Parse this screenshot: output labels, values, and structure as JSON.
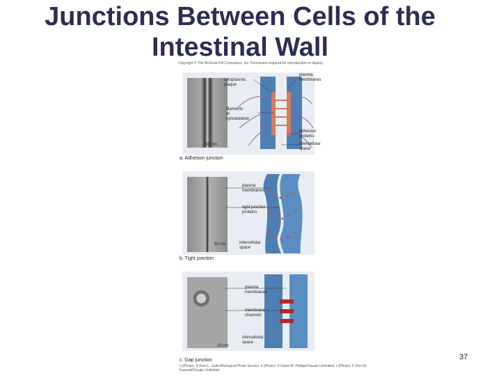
{
  "title": "Junctions Between Cells of the Intestinal Wall",
  "copyright": "Copyright © The McGraw-Hill Companies, Inc. Permission required for reproduction or display.",
  "panels": {
    "a": {
      "labels": {
        "cytoplasmic_plaque": "cytoplasmic\nplaque",
        "plasma_membranes": "plasma\nmembranes",
        "filaments": "filaments\nof\ncytoskeleton",
        "adhesion_proteins": "adhesion\nproteins",
        "intercellular_space": "intercellular\nspace"
      },
      "scale": "100 nm",
      "caption": "a. Adhesion junction"
    },
    "b": {
      "labels": {
        "plasma_membranes": "plasma\nmembranes",
        "tight_junction_proteins": "tight junction\nproteins",
        "intercellular_space": "intercellular\nspace"
      },
      "scale": "50 nm",
      "caption": "b. Tight junction"
    },
    "c": {
      "labels": {
        "plasma_membranes": "plasma\nmembranes",
        "membrane_channels": "membrane\nchannels",
        "intercellular_space": "intercellular\nspace"
      },
      "scale": "20 nm",
      "caption": "c. Gap junction"
    }
  },
  "credit": "a (Photo): © Kent L. Sulter/Biological Photo Service; b (Photo): © David M. Phillips/Visuals Unlimited; c (Photo): © Don W. Fawcett/Visuals Unlimited",
  "page_number": "37",
  "colors": {
    "title": "#2b2f55",
    "membrane": "#3d6fa3",
    "protein": "#c0573d",
    "channel": "#b22a2a",
    "filament": "#7f6aa8"
  }
}
